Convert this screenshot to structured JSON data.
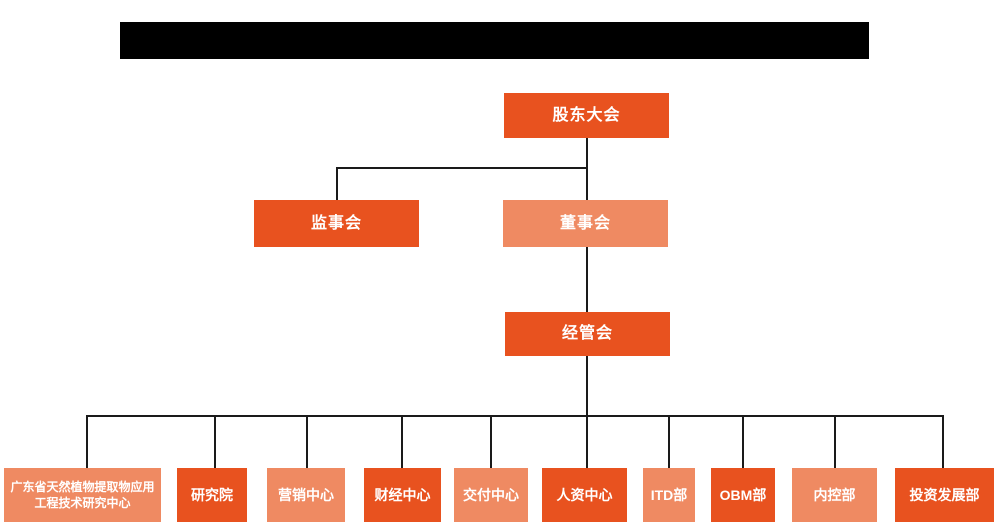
{
  "header": {
    "redacted_title_bar": true,
    "bar_color": "#000000"
  },
  "colors": {
    "primary_box": "#e8521f",
    "secondary_box": "#ef8a62",
    "connector_line": "#1a1a1a",
    "box_text": "#ffffff",
    "background": "#ffffff"
  },
  "nodes": {
    "shareholders": {
      "label": "股东大会"
    },
    "supervisors": {
      "label": "监事会"
    },
    "directors": {
      "label": "董事会"
    },
    "management": {
      "label": "经管会"
    },
    "departments": [
      {
        "label": "广东省天然植物提取物应用工程技术研究中心"
      },
      {
        "label": "研究院"
      },
      {
        "label": "营销中心"
      },
      {
        "label": "财经中心"
      },
      {
        "label": "交付中心"
      },
      {
        "label": "人资中心"
      },
      {
        "label": "ITD部"
      },
      {
        "label": "OBM部"
      },
      {
        "label": "内控部"
      },
      {
        "label": "投资发展部"
      }
    ]
  }
}
